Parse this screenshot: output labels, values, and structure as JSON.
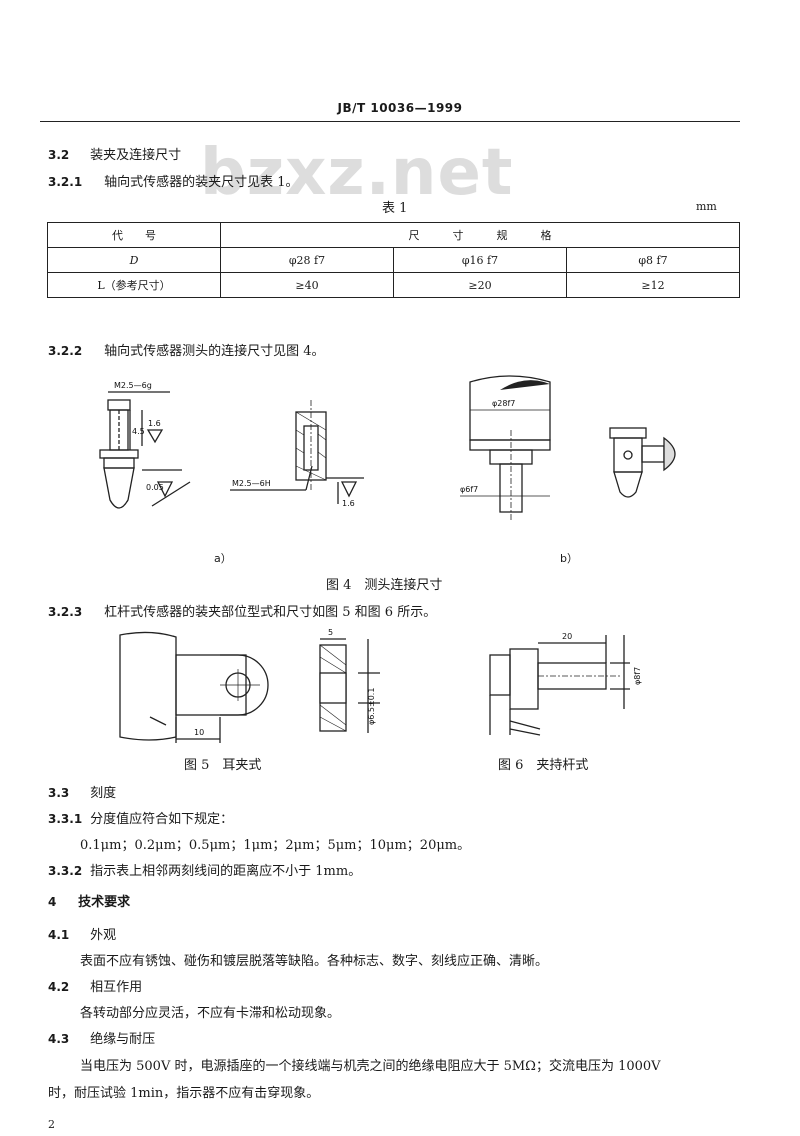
{
  "header": "JB/T 10036—1999",
  "watermark": "bzxz.net",
  "s3_2": {
    "num": "3.2",
    "title": "装夹及连接尺寸"
  },
  "s3_2_1": {
    "num": "3.2.1",
    "text": "轴向式传感器的装夹尺寸见表 1。"
  },
  "table1": {
    "caption": "表 1",
    "unit": "mm",
    "header": [
      "代　　号",
      "尺　　　寸　　　规　　　格"
    ],
    "rows": [
      [
        "D",
        "φ28 f7",
        "φ16 f7",
        "φ8 f7"
      ],
      [
        "L（参考尺寸）",
        "≥40",
        "≥20",
        "≥12"
      ]
    ]
  },
  "s3_2_2": {
    "num": "3.2.2",
    "text": "轴向式传感器测头的连接尺寸见图 4。"
  },
  "fig4": {
    "label_a": "a）",
    "label_b": "b）",
    "caption": "图 4　测头连接尺寸",
    "labels": {
      "m_top": "M2.5—6g",
      "dim45": "4.5",
      "r16a": "1.6",
      "r005": "0.05",
      "m_left": "M2.5—6H",
      "r16b": "1.6",
      "phi28": "φ28f7",
      "phi6": "φ6f7"
    }
  },
  "s3_2_3": {
    "num": "3.2.3",
    "text": "杠杆式传感器的装夹部位型式和尺寸如图 5 和图 6 所示。"
  },
  "fig5": {
    "caption": "图 5　耳夹式",
    "labels": {
      "d10": "10",
      "d5": "5",
      "phi65": "φ6.5±0.1"
    }
  },
  "fig6": {
    "caption": "图 6　夹持杆式",
    "labels": {
      "d20": "20",
      "phi8": "φ8f7"
    }
  },
  "s3_3": {
    "num": "3.3",
    "title": "刻度"
  },
  "s3_3_1": {
    "num": "3.3.1",
    "text": "分度值应符合如下规定：",
    "values": "0.1μm；0.2μm；0.5μm；1μm；2μm；5μm；10μm；20μm。"
  },
  "s3_3_2": {
    "num": "3.3.2",
    "text": "指示表上相邻两刻线间的距离应不小于 1mm。"
  },
  "s4": {
    "num": "4",
    "title": "技术要求"
  },
  "s4_1": {
    "num": "4.1",
    "title": "外观",
    "text": "表面不应有锈蚀、碰伤和镀层脱落等缺陷。各种标志、数字、刻线应正确、清晰。"
  },
  "s4_2": {
    "num": "4.2",
    "title": "相互作用",
    "text": "各转动部分应灵活，不应有卡滞和松动现象。"
  },
  "s4_3": {
    "num": "4.3",
    "title": "绝缘与耐压",
    "text1": "当电压为 500V 时，电源插座的一个接线端与机壳之间的绝缘电阻应大于 5MΩ；交流电压为 1000V",
    "text2": "时，耐压试验 1min，指示器不应有击穿现象。"
  },
  "page_number": "2"
}
